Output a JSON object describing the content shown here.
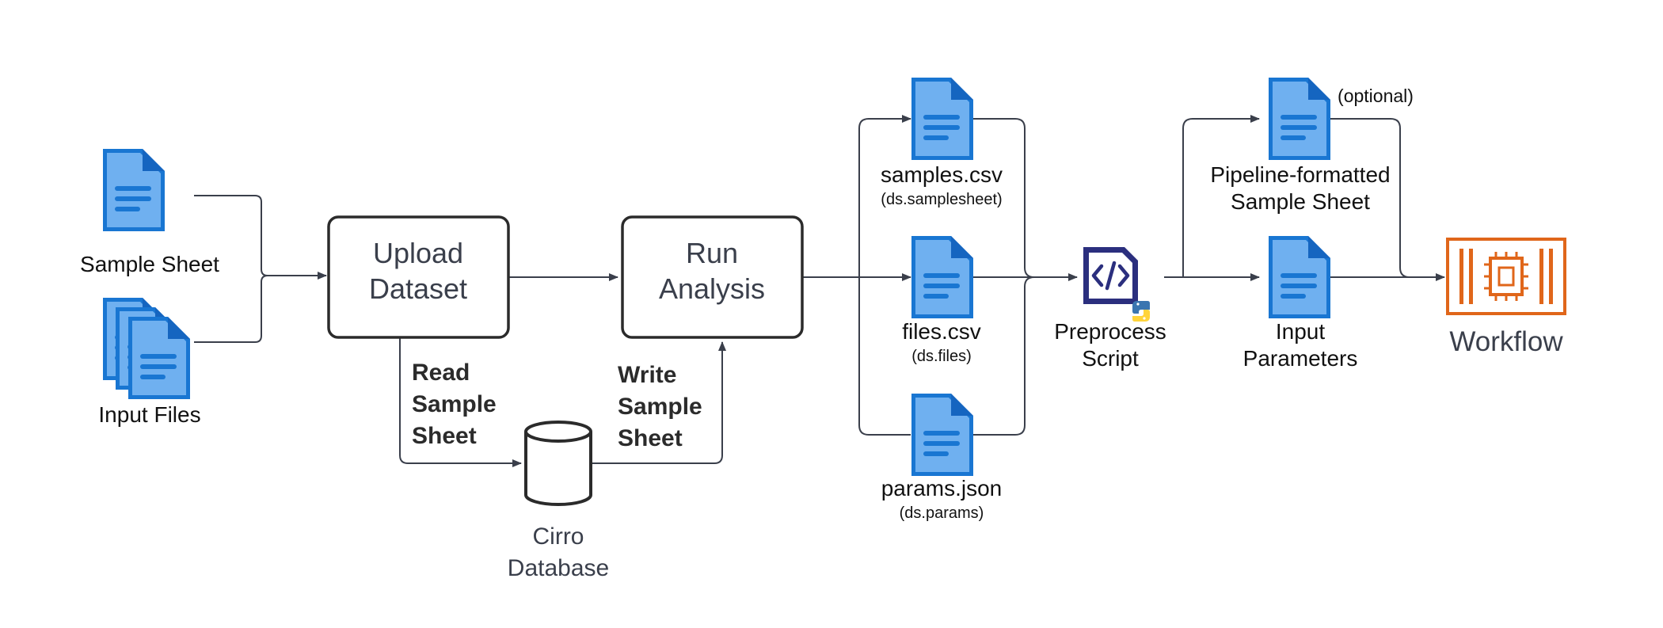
{
  "colors": {
    "doc_blue_dark": "#1976d2",
    "doc_blue_light": "#6fb0f0",
    "edge": "#3a3f4b",
    "script_navy": "#2b2f7e",
    "workflow_orange": "#e0661a"
  },
  "inputs": {
    "sample_sheet": {
      "icon": "document-icon",
      "label": "Sample Sheet"
    },
    "input_files": {
      "icon": "stacked-documents-icon",
      "label": "Input Files"
    }
  },
  "boxes": {
    "upload": {
      "line1": "Upload",
      "line2": "Dataset"
    },
    "run": {
      "line1": "Run",
      "line2": "Analysis"
    }
  },
  "edge_labels": {
    "read": [
      "Read",
      "Sample",
      "Sheet"
    ],
    "write": [
      "Write",
      "Sample",
      "Sheet"
    ]
  },
  "database": {
    "icon": "database-cylinder-icon",
    "line1": "Cirro",
    "line2": "Database"
  },
  "files": {
    "samples": {
      "label": "samples.csv",
      "sub": "(ds.samplesheet)"
    },
    "files_csv": {
      "label": "files.csv",
      "sub": "(ds.files)"
    },
    "params": {
      "label": "params.json",
      "sub": "(ds.params)"
    }
  },
  "preprocess": {
    "icon": "code-icon",
    "badge": "python-icon",
    "line1": "Preprocess",
    "line2": "Script"
  },
  "outputs": {
    "pipeline_sheet": {
      "line1": "Pipeline-formatted",
      "line2": "Sample Sheet",
      "note": "(optional)"
    },
    "input_params": {
      "line1": "Input",
      "line2": "Parameters"
    }
  },
  "workflow": {
    "icon": "workflow-chip-icon",
    "label": "Workflow"
  }
}
